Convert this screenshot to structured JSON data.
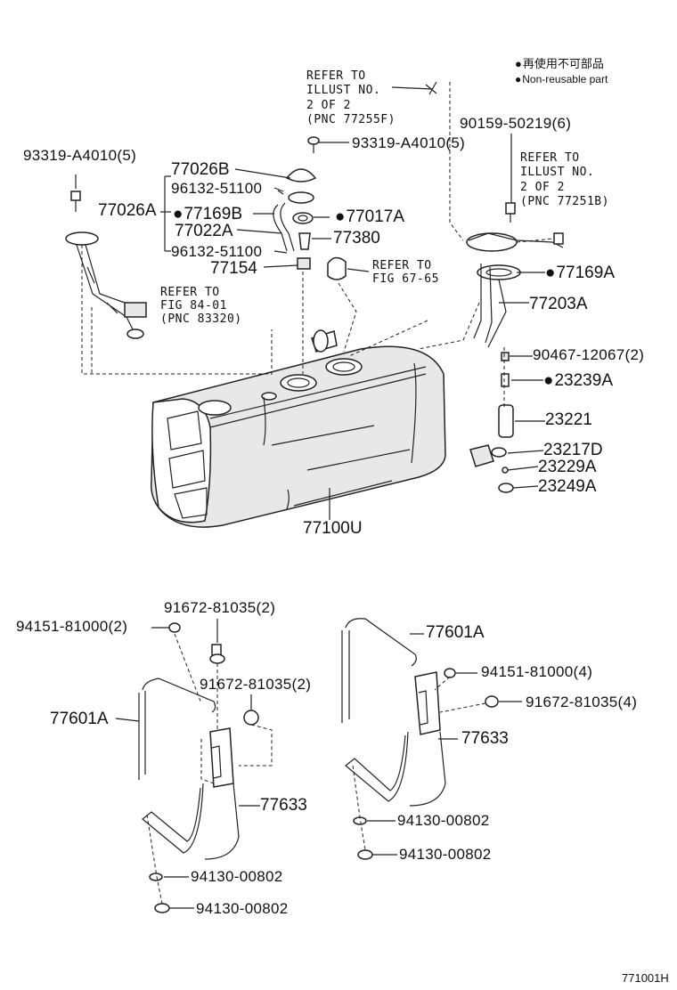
{
  "legend": {
    "reuse_jp": "再使用不可部品",
    "reuse_en": "Non-reusable part"
  },
  "refs": {
    "illust_top": [
      "REFER TO",
      "ILLUST NO.",
      "2 OF 2",
      "(PNC 77255F)"
    ],
    "illust_right": [
      "REFER TO",
      "ILLUST NO.",
      "2 OF 2",
      "(PNC 77251B)"
    ],
    "fig_6765": [
      "REFER TO",
      "FIG 67-65"
    ],
    "fig_8401": [
      "REFER TO",
      "FIG 84-01",
      "(PNC 83320)"
    ]
  },
  "labels": {
    "p93319_left": "93319-A4010(5)",
    "p93319_top": "93319-A4010(5)",
    "p77026B": "77026B",
    "p96132_a": "96132-51100",
    "p77026A": "77026A",
    "p77169B": "77169B",
    "p77017A": "77017A",
    "p77022A": "77022A",
    "p77380": "77380",
    "p96132_b": "96132-51100",
    "p77154": "77154",
    "p90159": "90159-50219(6)",
    "p77169A": "77169A",
    "p77203A": "77203A",
    "p90467": "90467-12067(2)",
    "p23239A": "23239A",
    "p23221": "23221",
    "p23217D": "23217D",
    "p23229A": "23229A",
    "p23249A": "23249A",
    "p77100U": "77100U",
    "p91672_a": "91672-81035(2)",
    "p94151_a": "94151-81000(2)",
    "p91672_b": "91672-81035(2)",
    "p77601A_left": "77601A",
    "p77633_left": "77633",
    "p94130_l1": "94130-00802",
    "p94130_l2": "94130-00802",
    "p77601A_right": "77601A",
    "p94151_b": "94151-81000(4)",
    "p91672_c": "91672-81035(4)",
    "p77633_right": "77633",
    "p94130_r1": "94130-00802",
    "p94130_r2": "94130-00802"
  },
  "illustration_id": "771001H"
}
